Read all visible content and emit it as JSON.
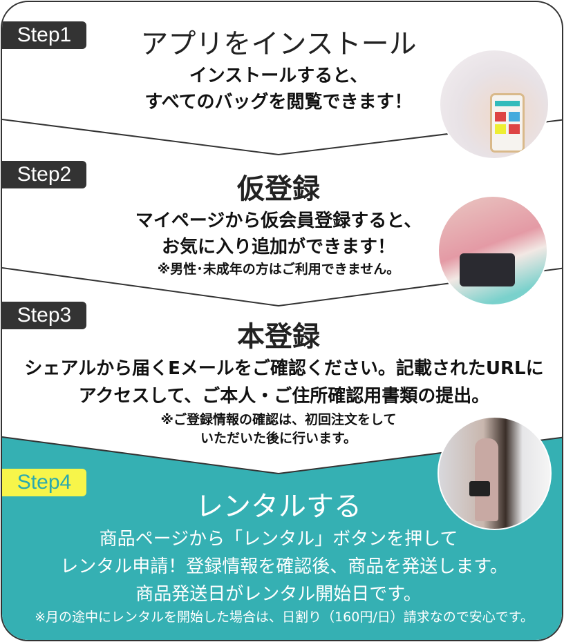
{
  "colors": {
    "teal": "#35b0b3",
    "dark": "#333333",
    "yellow": "#f7f54a"
  },
  "steps": [
    {
      "label": "Step1",
      "title": "アプリをインストール",
      "lines": [
        "インストールすると、",
        "すべてのバッグを閲覧できます！"
      ],
      "notes": [],
      "photo": "phone-app-photo"
    },
    {
      "label": "Step2",
      "title": "仮登録",
      "lines": [
        "マイページから仮会員登録すると、",
        "お気に入り追加ができます！"
      ],
      "notes": [
        "※男性･未成年の方はご利用できません。"
      ],
      "photo": "bag-photo"
    },
    {
      "label": "Step3",
      "title": "本登録",
      "lines": [
        "シェアルから届くEメールをご確認ください。記載されたURLに",
        "アクセスして、ご本人・ご住所確認用書類の提出。"
      ],
      "notes": [
        "※ご登録情報の確認は、初回注文をして",
        "いただいた後に行います。"
      ]
    },
    {
      "label": "Step4",
      "title": "レンタルする",
      "lines": [
        "商品ページから「レンタル」ボタンを押して",
        "レンタル申請！登録情報を確認後、商品を発送します。",
        "商品発送日がレンタル開始日です。"
      ],
      "notes": [
        "※月の途中にレンタルを開始した場合は、日割り（160円/日）請求なので安心です。"
      ],
      "photo": "woman-with-bag-photo"
    }
  ]
}
